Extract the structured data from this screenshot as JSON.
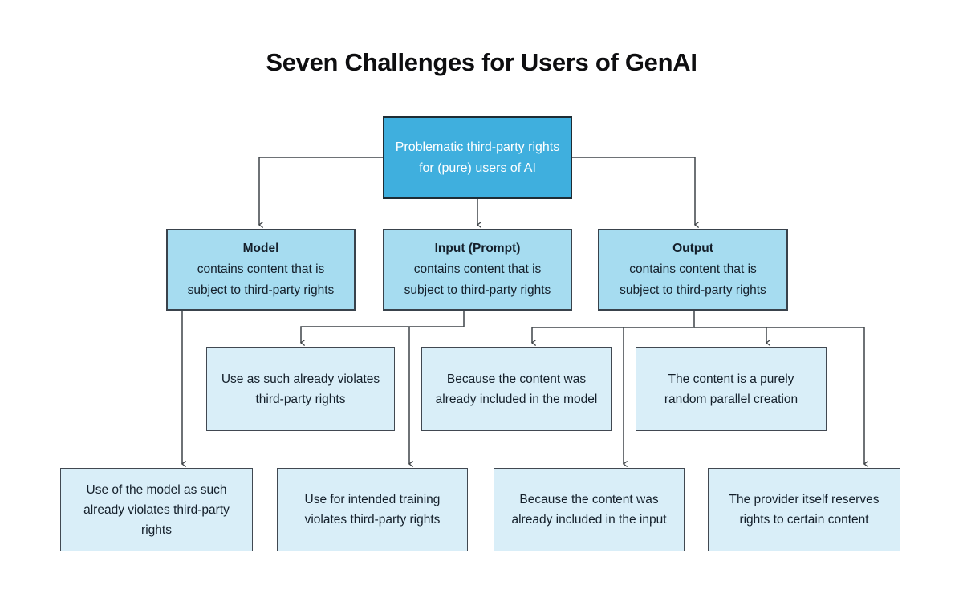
{
  "title": "Seven Challenges for Users of GenAI",
  "colors": {
    "root_fill": "#3fafde",
    "level2_fill": "#a6dcf0",
    "level3_fill": "#d9eef8",
    "box_border": "#39424b",
    "connector_line": "#3f4448",
    "root_text": "#ffffff",
    "box_text": "#141f2a"
  },
  "nodes": {
    "root": {
      "text": "Problematic third-party rights for (pure) users of AI"
    },
    "model": {
      "title": "Model",
      "text": "contains content that is subject to third-party rights"
    },
    "input": {
      "title": "Input (Prompt)",
      "text": "contains content that is subject to third-party rights"
    },
    "output": {
      "title": "Output",
      "text": "contains content that is subject to third-party rights"
    },
    "use_as_such": {
      "text": "Use as such already violates third-party rights"
    },
    "included_in_model": {
      "text": "Because the content was already included in the model"
    },
    "random_creation": {
      "text": "The content is a purely random parallel creation"
    },
    "use_of_model": {
      "text": "Use of the model as such already violates third-party rights"
    },
    "intended_training": {
      "text": "Use for intended training violates third-party rights"
    },
    "included_in_input": {
      "text": "Because the content was already included in the input"
    },
    "provider_reserves": {
      "text": "The provider itself reserves rights to certain content"
    }
  },
  "edges": [
    {
      "from": "root",
      "to": "model"
    },
    {
      "from": "root",
      "to": "input"
    },
    {
      "from": "root",
      "to": "output"
    },
    {
      "from": "model",
      "to": "use_of_model"
    },
    {
      "from": "input",
      "to": "use_as_such"
    },
    {
      "from": "input",
      "to": "intended_training"
    },
    {
      "from": "output",
      "to": "included_in_model"
    },
    {
      "from": "output",
      "to": "random_creation"
    },
    {
      "from": "output",
      "to": "included_in_input"
    },
    {
      "from": "output",
      "to": "provider_reserves"
    }
  ]
}
